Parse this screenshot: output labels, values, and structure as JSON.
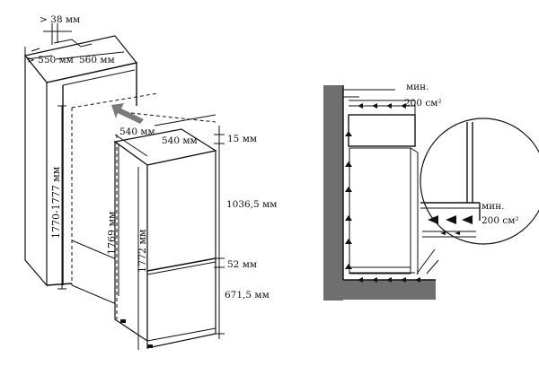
{
  "left_diagram": {
    "labels": {
      "gap_min": "> 38 мм",
      "depth_550": "> 550 мм",
      "width_560": "560 мм",
      "appliance_depth": "540 мм",
      "appliance_width": "540 мм",
      "niche_height": "1770-1777 мм",
      "inner_height": "1769 мм",
      "appliance_height": "1772 мм",
      "top_gap": "15 мм",
      "upper_door": "1036,5 мм",
      "door_gap": "52 мм",
      "lower_door": "671,5 мм"
    },
    "arrow_color": "#7a7a7a"
  },
  "right_diagram": {
    "labels": {
      "vent_top_min": "мин.",
      "vent_top_area": "200 см²",
      "vent_bottom_min": "мин.",
      "vent_bottom_area": "200 см²"
    }
  }
}
